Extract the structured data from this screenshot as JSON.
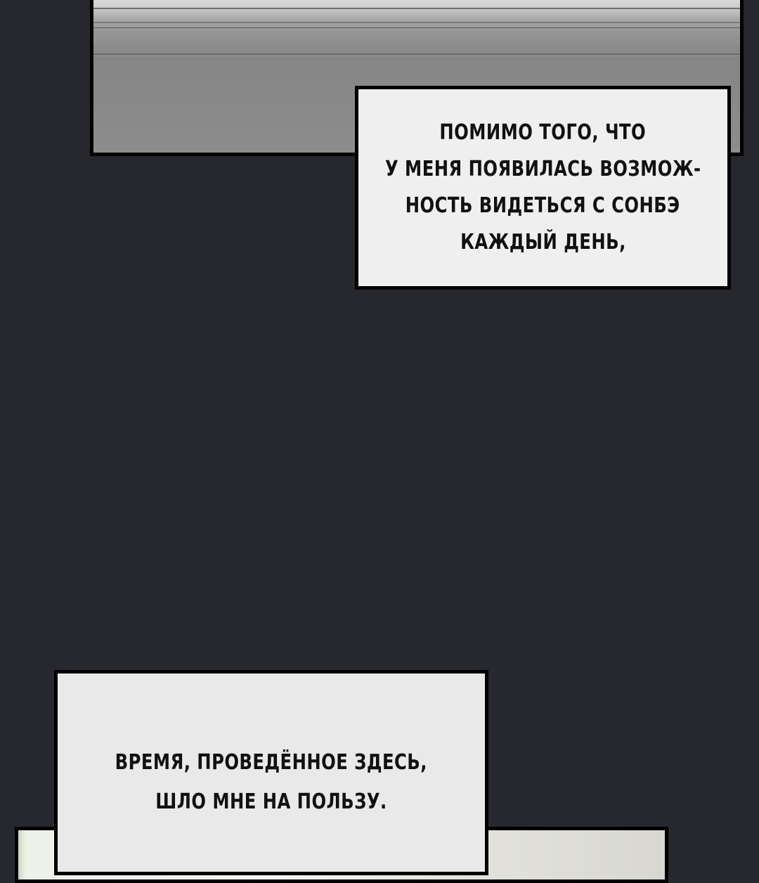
{
  "captions": [
    {
      "lines": [
        "ПОМИМО ТОГО, ЧТО",
        "У МЕНЯ ПОЯВИЛАСЬ ВОЗМОЖ-",
        "НОСТЬ ВИДЕТЬСЯ С СОНБЭ",
        "КАЖДЫЙ ДЕНЬ,"
      ]
    },
    {
      "lines": [
        "ВРЕМЯ, ПРОВЕДЁННОЕ ЗДЕСЬ,",
        "ШЛО МНЕ НА ПОЛЬЗУ."
      ]
    }
  ],
  "colors": {
    "background": "#27282d",
    "caption_fill": "#efefef",
    "border": "#000000"
  }
}
